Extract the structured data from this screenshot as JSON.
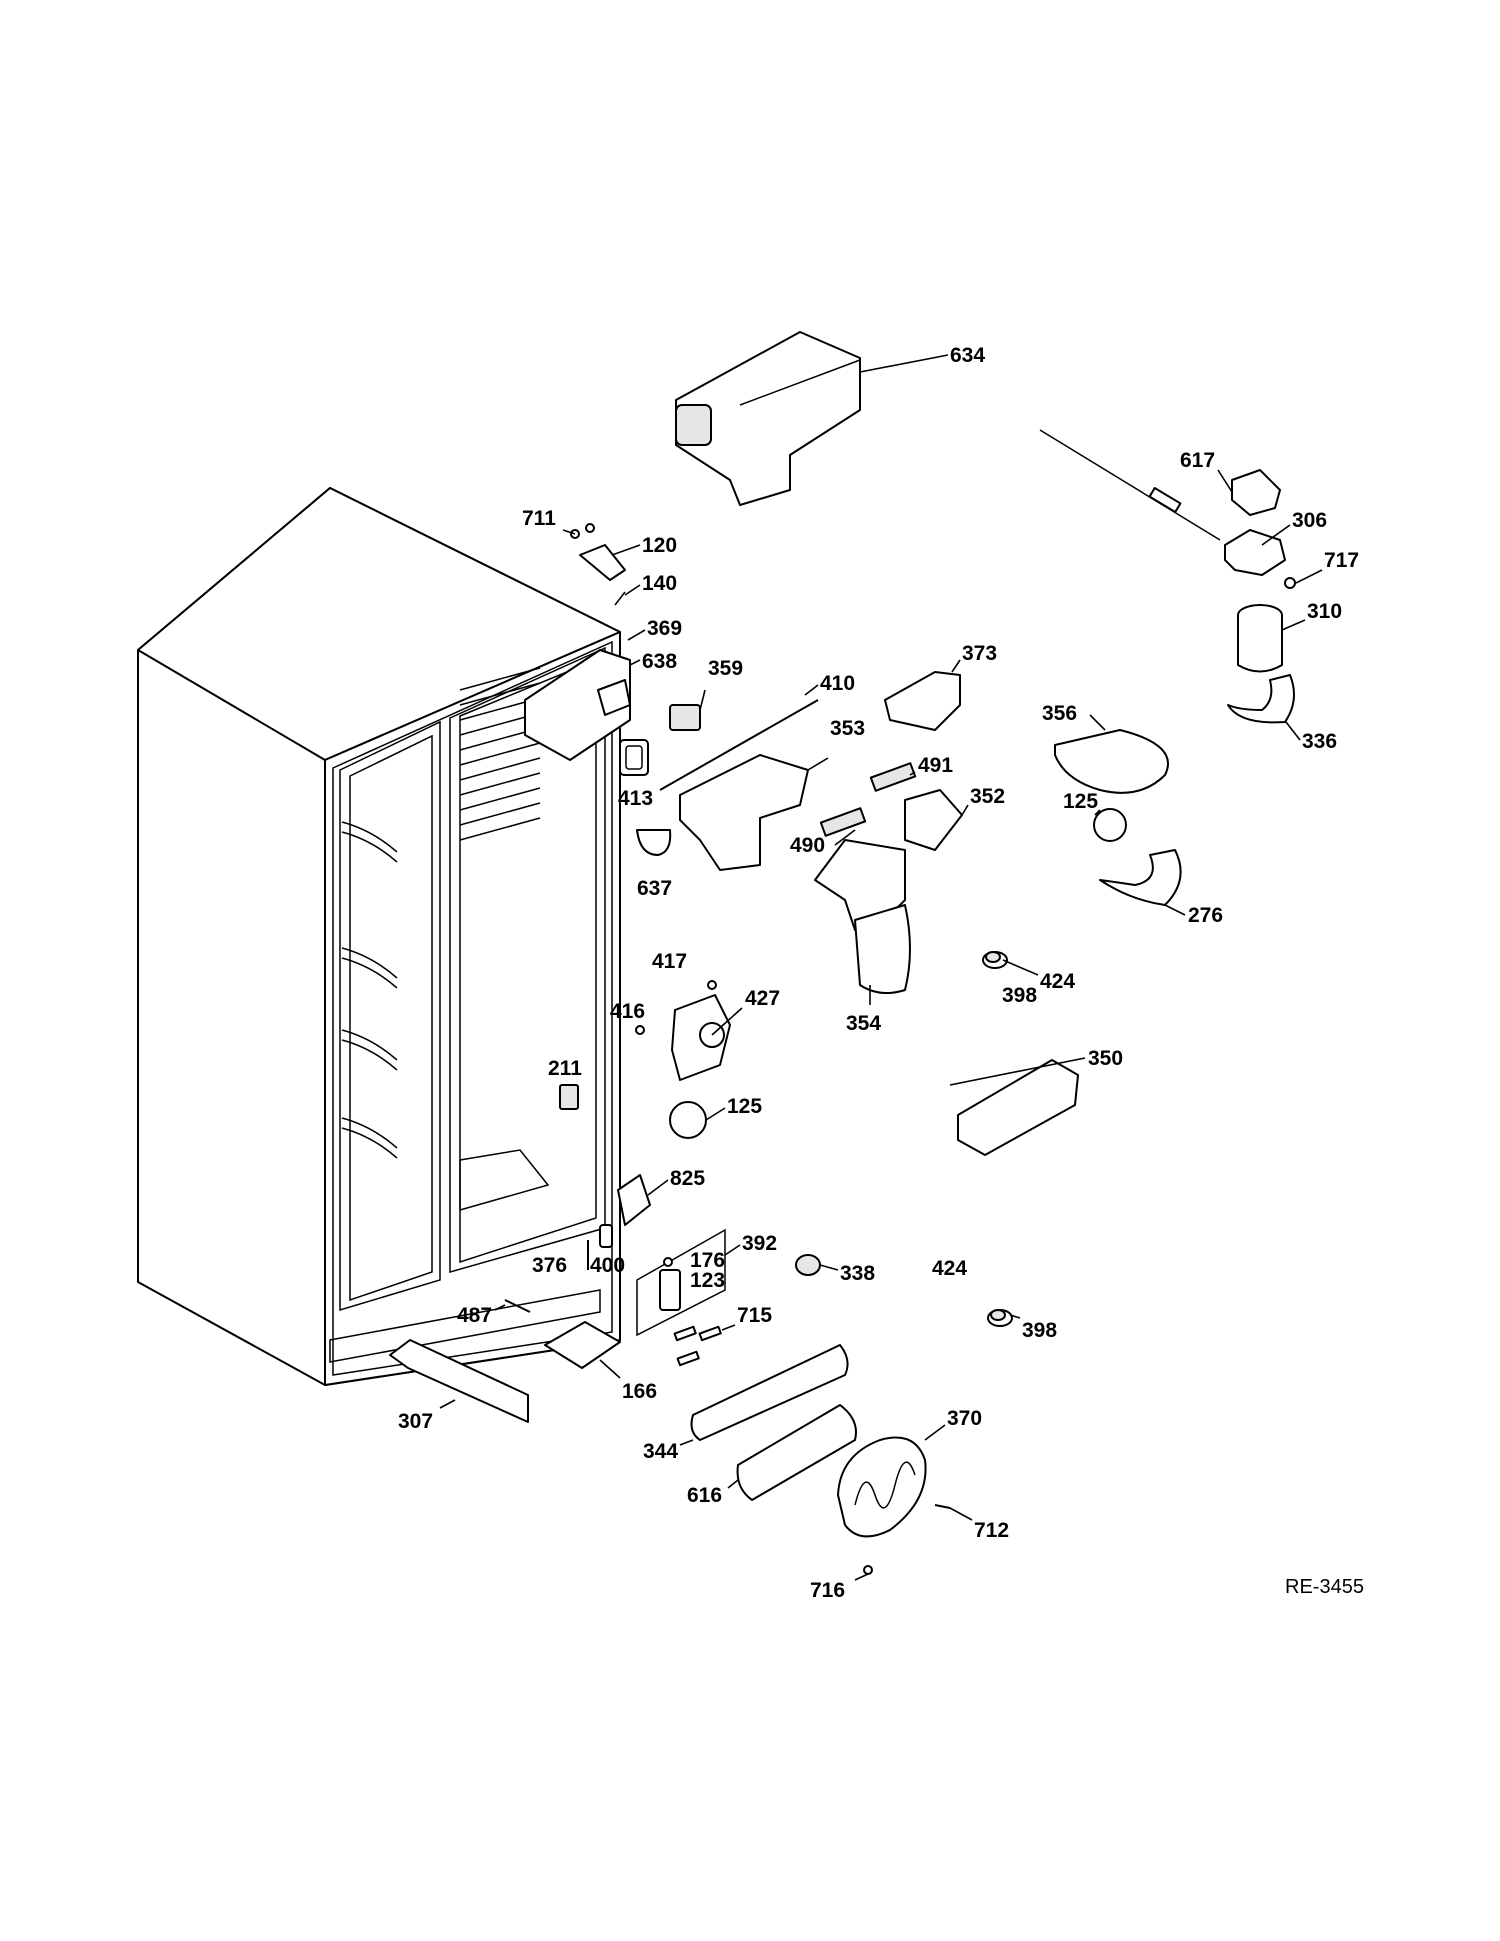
{
  "diagram": {
    "reference_code": "RE-3455",
    "callouts": [
      {
        "id": "c634",
        "label": "634"
      },
      {
        "id": "c617",
        "label": "617"
      },
      {
        "id": "c306",
        "label": "306"
      },
      {
        "id": "c717",
        "label": "717"
      },
      {
        "id": "c310",
        "label": "310"
      },
      {
        "id": "c336",
        "label": "336"
      },
      {
        "id": "c711",
        "label": "711"
      },
      {
        "id": "c120",
        "label": "120"
      },
      {
        "id": "c140",
        "label": "140"
      },
      {
        "id": "c369",
        "label": "369"
      },
      {
        "id": "c638",
        "label": "638"
      },
      {
        "id": "c359",
        "label": "359"
      },
      {
        "id": "c410",
        "label": "410"
      },
      {
        "id": "c373",
        "label": "373"
      },
      {
        "id": "c356",
        "label": "356"
      },
      {
        "id": "c353",
        "label": "353"
      },
      {
        "id": "c413",
        "label": "413"
      },
      {
        "id": "c491",
        "label": "491"
      },
      {
        "id": "c352",
        "label": "352"
      },
      {
        "id": "c125a",
        "label": "125"
      },
      {
        "id": "c490",
        "label": "490"
      },
      {
        "id": "c637",
        "label": "637"
      },
      {
        "id": "c276",
        "label": "276"
      },
      {
        "id": "c417",
        "label": "417"
      },
      {
        "id": "c427",
        "label": "427"
      },
      {
        "id": "c424a",
        "label": "424"
      },
      {
        "id": "c398a",
        "label": "398"
      },
      {
        "id": "c416",
        "label": "416"
      },
      {
        "id": "c354",
        "label": "354"
      },
      {
        "id": "c211",
        "label": "211"
      },
      {
        "id": "c350",
        "label": "350"
      },
      {
        "id": "c125b",
        "label": "125"
      },
      {
        "id": "c825",
        "label": "825"
      },
      {
        "id": "c392",
        "label": "392"
      },
      {
        "id": "c176",
        "label": "176"
      },
      {
        "id": "c376",
        "label": "376"
      },
      {
        "id": "c400",
        "label": "400"
      },
      {
        "id": "c123",
        "label": "123"
      },
      {
        "id": "c338",
        "label": "338"
      },
      {
        "id": "c424b",
        "label": "424"
      },
      {
        "id": "c487",
        "label": "487"
      },
      {
        "id": "c715",
        "label": "715"
      },
      {
        "id": "c398b",
        "label": "398"
      },
      {
        "id": "c166",
        "label": "166"
      },
      {
        "id": "c307",
        "label": "307"
      },
      {
        "id": "c370",
        "label": "370"
      },
      {
        "id": "c344",
        "label": "344"
      },
      {
        "id": "c616",
        "label": "616"
      },
      {
        "id": "c712",
        "label": "712"
      },
      {
        "id": "c716",
        "label": "716"
      }
    ]
  }
}
